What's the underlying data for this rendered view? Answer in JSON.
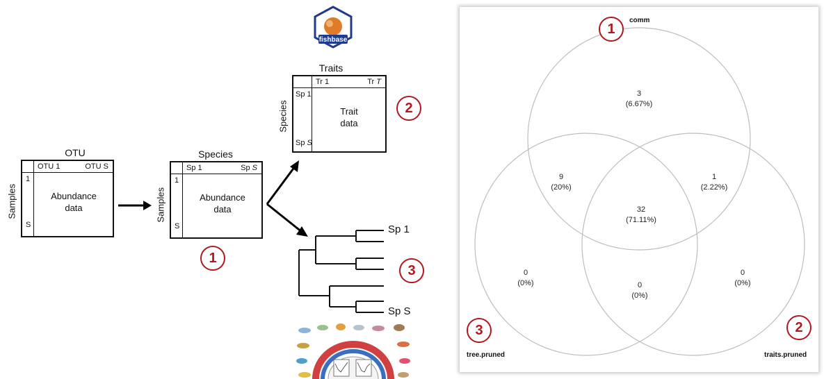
{
  "otu_matrix": {
    "title": "OTU",
    "row_axis": "Samples",
    "col_first": "OTU 1",
    "col_last": "OTU S",
    "row_first": "1",
    "row_last": "S",
    "body_line1": "Abundance",
    "body_line2": "data"
  },
  "species_matrix": {
    "title": "Species",
    "row_axis": "Samples",
    "col_first": "Sp 1",
    "col_last_prefix": "Sp ",
    "col_last_italic": "S",
    "row_first": "1",
    "row_last": "S",
    "body_line1": "Abundance",
    "body_line2": "data",
    "badge": "1"
  },
  "trait_matrix": {
    "title": "Traits",
    "row_axis": "Species",
    "col_first": "Tr 1",
    "col_last_prefix": "Tr ",
    "col_last_italic": "T",
    "row_first": "Sp 1",
    "row_last_prefix": "Sp ",
    "row_last_italic": "S",
    "body_line1": "Trait",
    "body_line2": "data",
    "badge": "2"
  },
  "fishbase_logo": {
    "text": "fishbase"
  },
  "phylogeny": {
    "tip_first": "Sp 1",
    "tip_last": "Sp S",
    "badge": "3"
  },
  "venn": {
    "sets": [
      {
        "name": "comm",
        "badge": "1"
      },
      {
        "name": "traits.pruned",
        "badge": "2"
      },
      {
        "name": "tree.pruned",
        "badge": "3"
      }
    ],
    "regions": {
      "comm_only": {
        "count": "3",
        "pct": "(6.67%)"
      },
      "comm_tree": {
        "count": "9",
        "pct": "(20%)"
      },
      "comm_traits": {
        "count": "1",
        "pct": "(2.22%)"
      },
      "all_three": {
        "count": "32",
        "pct": "(71.11%)"
      },
      "tree_only": {
        "count": "0",
        "pct": "(0%)"
      },
      "traits_tree": {
        "count": "0",
        "pct": "(0%)"
      },
      "traits_only": {
        "count": "0",
        "pct": "(0%)"
      }
    }
  },
  "colors": {
    "badge": "#b0181e",
    "fishbase_blue": "#1f3b8f",
    "fishbase_orange": "#e07b2a"
  }
}
